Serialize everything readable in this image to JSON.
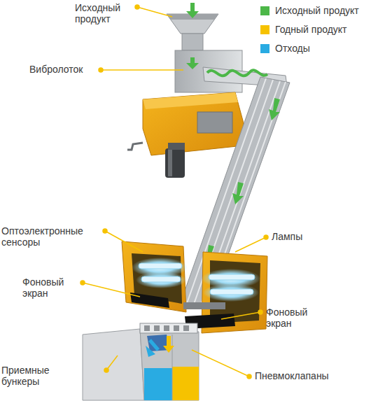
{
  "diagram": {
    "labels": [
      "Исходный продукт",
      "Вибролоток",
      "Оптоэлектронные сенсоры",
      "Фоновый экран",
      "Лампы",
      "Фоновый экран",
      "Приемные бункеры",
      "Пневмоклапаны"
    ],
    "legend": [
      {
        "text": "Исходный продукт",
        "color": "#4cb748"
      },
      {
        "text": "Годный продукт",
        "color": "#f6c200"
      },
      {
        "text": "Отходы",
        "color": "#29abe2"
      }
    ]
  }
}
